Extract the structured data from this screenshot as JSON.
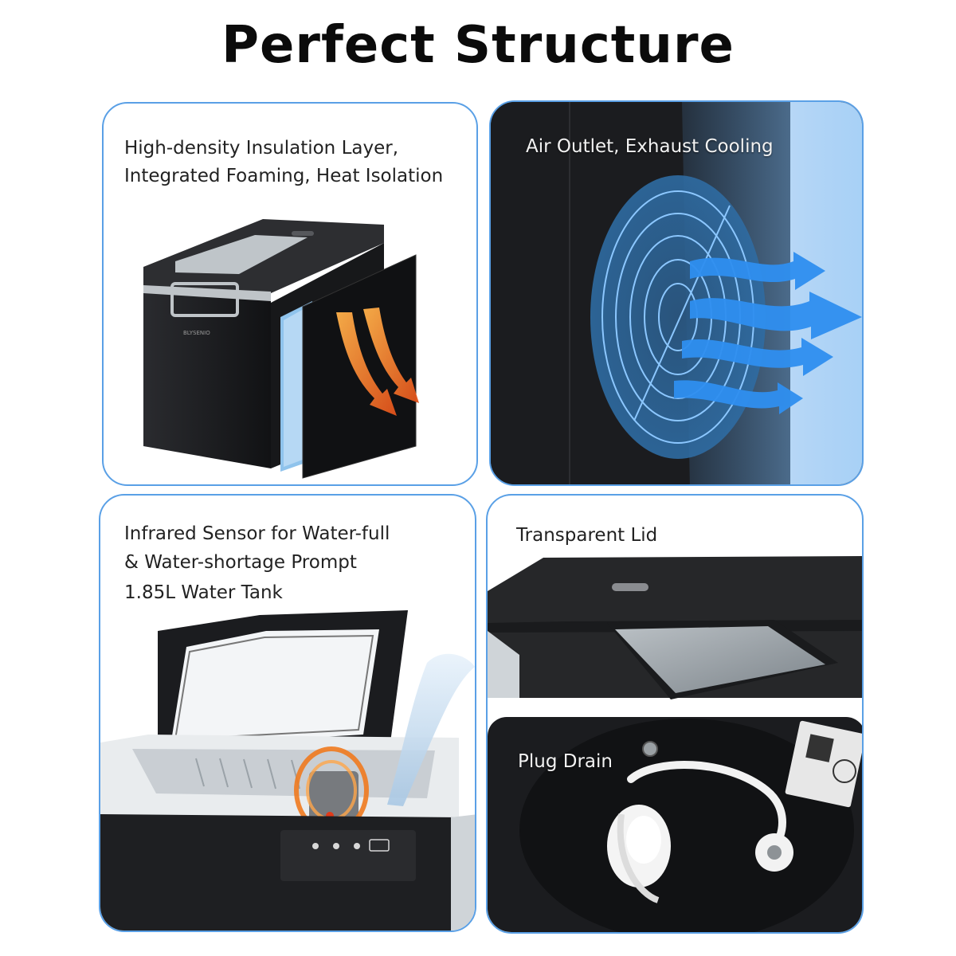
{
  "heading": "Perfect Structure",
  "panels": {
    "insulation": {
      "line1": "High-density Insulation Layer,",
      "line2": "Integrated Foaming, Heat Isolation",
      "brand": "BLYSENIO"
    },
    "air_outlet": {
      "label": "Air Outlet, Exhaust Cooling"
    },
    "sensor": {
      "line1": "Infrared Sensor for Water-full",
      "line2": "& Water-shortage Prompt",
      "line3": "1.85L Water Tank"
    },
    "lid": {
      "label": "Transparent Lid"
    },
    "drain": {
      "label": "Plug Drain"
    }
  },
  "colors": {
    "panel_border": "#5aa0e6",
    "heat_arrow": "#f07a1e",
    "air_arrow": "#2f8ff0",
    "machine_body": "#1e1f22"
  }
}
